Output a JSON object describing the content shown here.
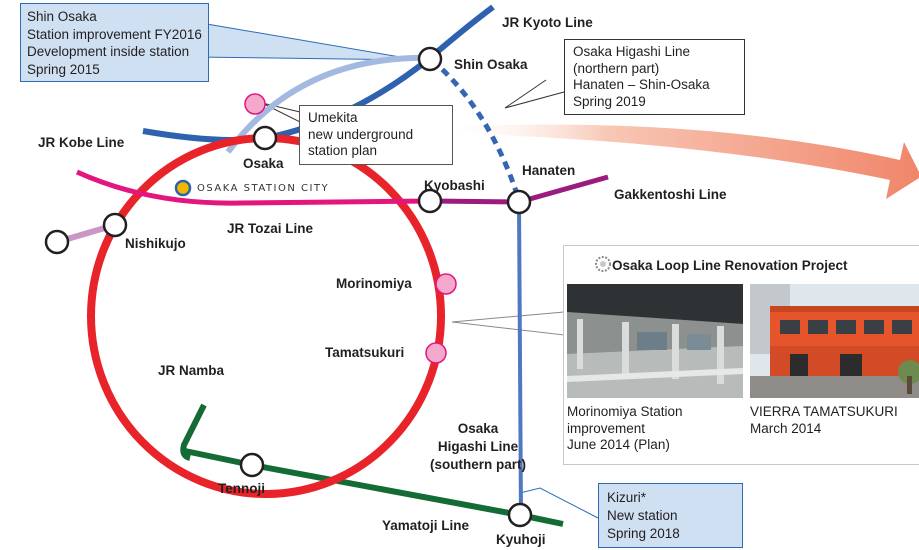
{
  "lines": {
    "jr_kyoto": "JR Kyoto Line",
    "jr_kobe": "JR Kobe Line",
    "jr_tozai": "JR Tozai Line",
    "gakkentoshi": "Gakkentoshi Line",
    "yamatoji": "Yamatoji Line",
    "osaka_higashi_south": [
      "Osaka",
      "Higashi Line",
      "(southern part)"
    ]
  },
  "stations": {
    "shin_osaka": "Shin Osaka",
    "osaka": "Osaka",
    "hanaten": "Hanaten",
    "kyobashi": "Kyobashi",
    "nishikujo": "Nishikujo",
    "morinomiya": "Morinomiya",
    "tamatsukuri": "Tamatsukuri",
    "jr_namba": "JR Namba",
    "tennoji": "Tennoji",
    "kyuhoji": "Kyuhoji"
  },
  "osaka_station_city": "OSAKA STATION CITY",
  "callouts": {
    "shin_osaka_box": [
      "Shin Osaka",
      "Station improvement FY2016",
      "Development inside station",
      "Spring 2015"
    ],
    "higashi_north_box": [
      "Osaka Higashi Line",
      "(northern part)",
      "Hanaten – Shin-Osaka",
      "Spring 2019"
    ],
    "umekita_box": [
      "Umekita",
      "new underground",
      "station plan"
    ],
    "kizuri_box": [
      "Kizuri*",
      "New station",
      "Spring 2018"
    ]
  },
  "project": {
    "title": "Osaka Loop Line Renovation Project",
    "photo1_caption": [
      "Morinomiya Station",
      "improvement",
      "June 2014 (Plan)"
    ],
    "photo2_caption": [
      "VIERRA TAMATSUKURI",
      "March 2014"
    ]
  },
  "colors": {
    "loop_line": "#e8232a",
    "kyoto_kobe_line": "#2f62ae",
    "tozai_line": "#e3157e",
    "gakkentoshi_line": "#9b1b7f",
    "yamatoji_line": "#156b35",
    "higashi_line": "#4f78c0",
    "umekita_link": "#a3b9e0",
    "new_station": "#f4a9cc",
    "arrow": "#f39277"
  }
}
